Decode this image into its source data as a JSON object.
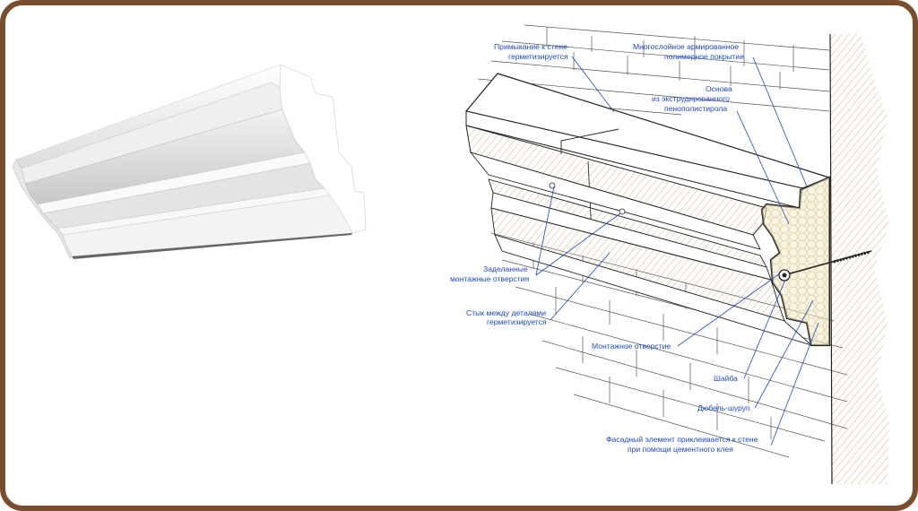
{
  "labels": {
    "joint_top_1": "Примыкание к стене",
    "joint_top_2": "герметизируется",
    "coating_1": "Многослойное армированное",
    "coating_2": "полимерное покрытие",
    "base_1": "Основа",
    "base_2": "из экструдированного",
    "base_3": "пенополистирола",
    "holes_1": "Заделанные",
    "holes_2": "монтажные отверстия",
    "seam_1": "Стык между деталями",
    "seam_2": "герметизируется",
    "mount_hole": "Монтажное отверстие",
    "washer": "Шайба",
    "dowel": "Дюбель-шуруп",
    "glue_1": "Фасадный элемент приклеивается к стене",
    "glue_2": "при помощи цементного клея"
  },
  "colors": {
    "frame": "#7a4e2c",
    "label": "#2048c8",
    "foam": "#f4ebc6",
    "line": "#2a2a2a"
  }
}
